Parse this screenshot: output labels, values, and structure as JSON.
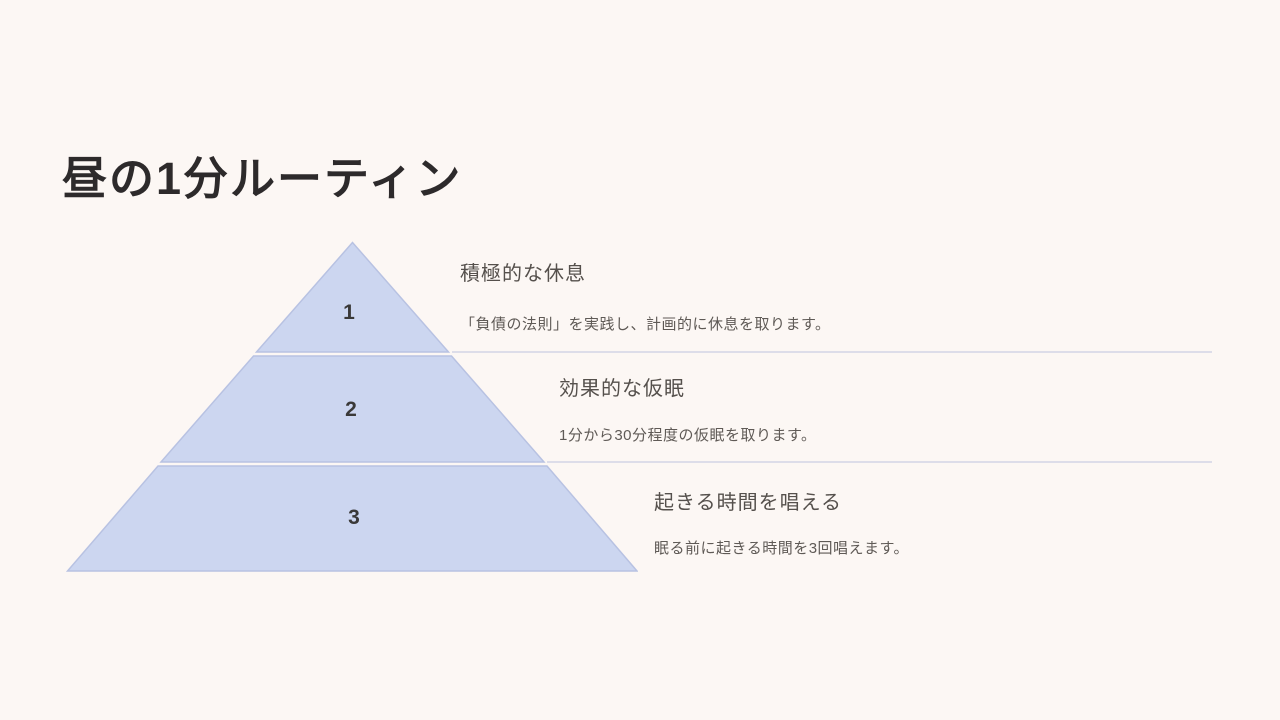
{
  "slide": {
    "title": "昼の1分ルーティン",
    "colors": {
      "background": "#fcf7f4",
      "pyramid_fill": "#ccd6f0",
      "pyramid_stroke": "#b8c2e2",
      "title_text": "#2d2a2b",
      "heading_text": "#55504c",
      "body_text": "#5f5a56",
      "divider_line": "#dddde9"
    },
    "pyramid": {
      "type": "pyramid-3-tier",
      "tiers": [
        {
          "number": "1",
          "heading": "積極的な休息",
          "description": "「負債の法則」を実践し、計画的に休息を取ります。"
        },
        {
          "number": "2",
          "heading": "効果的な仮眠",
          "description": "1分から30分程度の仮眠を取ります。"
        },
        {
          "number": "3",
          "heading": "起きる時間を唱える",
          "description": "眠る前に起きる時間を3回唱えます。"
        }
      ]
    }
  }
}
